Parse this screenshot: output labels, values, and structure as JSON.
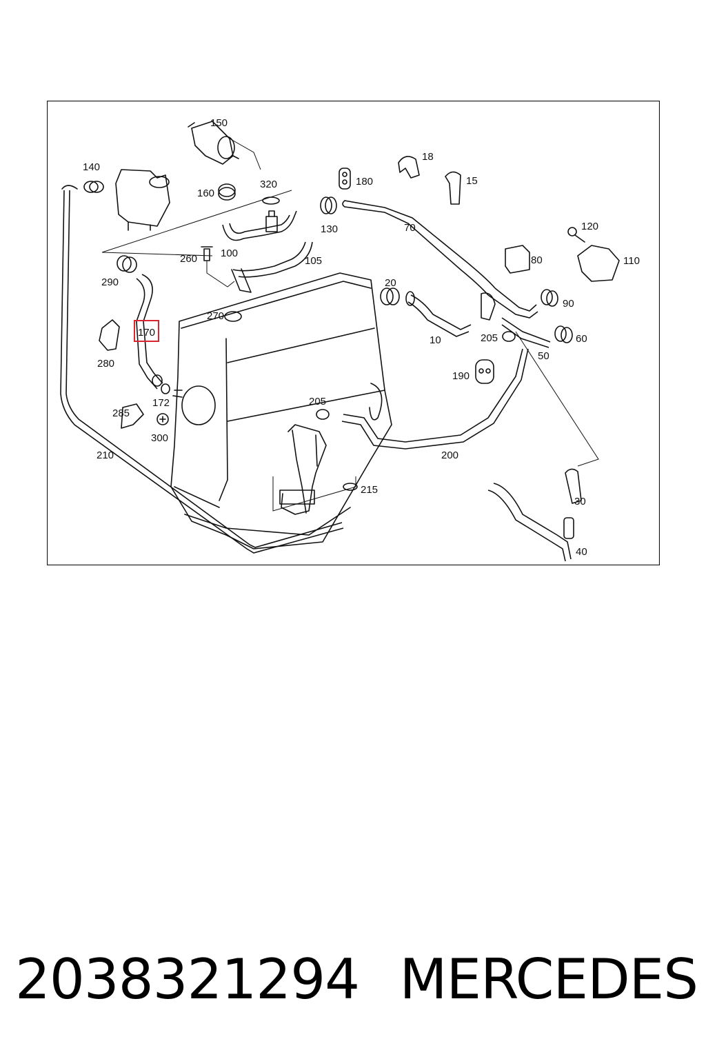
{
  "diagram": {
    "highlighted_part": "170",
    "callouts": [
      {
        "id": "150",
        "label": "150"
      },
      {
        "id": "140",
        "label": "140"
      },
      {
        "id": "160",
        "label": "160"
      },
      {
        "id": "320",
        "label": "320"
      },
      {
        "id": "18",
        "label": "18"
      },
      {
        "id": "180",
        "label": "180"
      },
      {
        "id": "15",
        "label": "15"
      },
      {
        "id": "130",
        "label": "130"
      },
      {
        "id": "70",
        "label": "70"
      },
      {
        "id": "120",
        "label": "120"
      },
      {
        "id": "260",
        "label": "260"
      },
      {
        "id": "100",
        "label": "100"
      },
      {
        "id": "105",
        "label": "105"
      },
      {
        "id": "80",
        "label": "80"
      },
      {
        "id": "110",
        "label": "110"
      },
      {
        "id": "290",
        "label": "290"
      },
      {
        "id": "20",
        "label": "20"
      },
      {
        "id": "90",
        "label": "90"
      },
      {
        "id": "270",
        "label": "270"
      },
      {
        "id": "170",
        "label": "170"
      },
      {
        "id": "205a",
        "label": "205"
      },
      {
        "id": "60",
        "label": "60"
      },
      {
        "id": "10",
        "label": "10"
      },
      {
        "id": "50",
        "label": "50"
      },
      {
        "id": "280",
        "label": "280"
      },
      {
        "id": "190",
        "label": "190"
      },
      {
        "id": "172",
        "label": "172"
      },
      {
        "id": "205b",
        "label": "205"
      },
      {
        "id": "285",
        "label": "285"
      },
      {
        "id": "300",
        "label": "300"
      },
      {
        "id": "210",
        "label": "210"
      },
      {
        "id": "200",
        "label": "200"
      },
      {
        "id": "215",
        "label": "215"
      },
      {
        "id": "30",
        "label": "30"
      },
      {
        "id": "40",
        "label": "40"
      }
    ],
    "colors": {
      "highlight": "#d9262e",
      "line": "#111111"
    }
  },
  "caption": {
    "part_number": "2038321294",
    "brand": "MERCEDES"
  }
}
